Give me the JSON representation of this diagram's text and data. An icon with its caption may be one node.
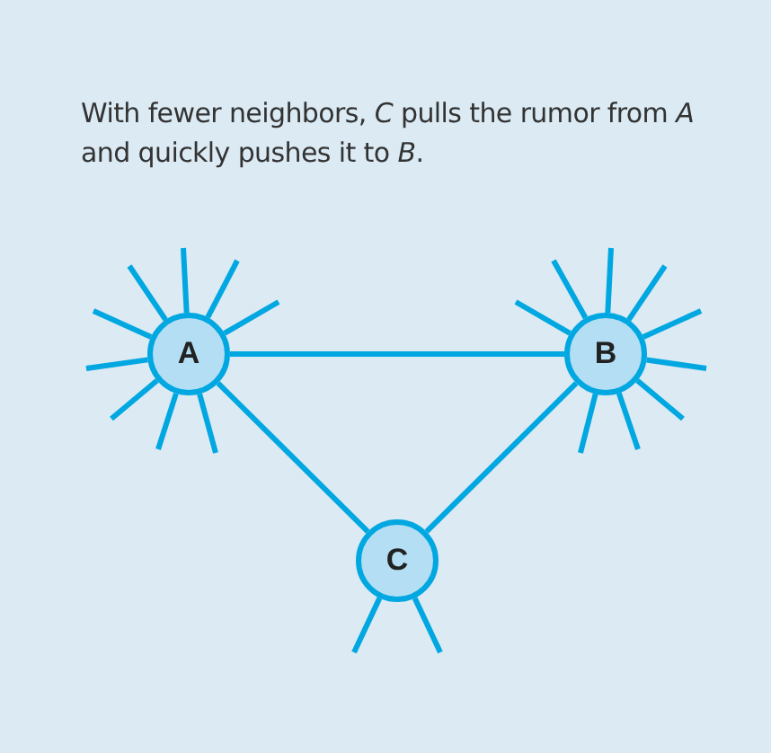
{
  "diagram": {
    "caption": "With fewer neighbors, *C* pulls the rumor from *A* and quickly pushes it to *B*.",
    "nodes": [
      {
        "text": [
          "A"
        ]
      },
      {
        "text": [
          "B"
        ]
      },
      {
        "text": [
          "C"
        ]
      }
    ],
    "edges": [
      {
        "from": 0,
        "to": 1,
        "arrow": "none"
      },
      {
        "from": 0,
        "to": 2,
        "arrow": "none"
      },
      {
        "from": 1,
        "to": 2,
        "arrow": "none"
      },
      {
        "from": 0,
        "to": null,
        "arrow": "none"
      },
      {
        "from": 0,
        "to": null,
        "arrow": "none"
      },
      {
        "from": 0,
        "to": null,
        "arrow": "none"
      },
      {
        "from": 0,
        "to": null,
        "arrow": "none"
      },
      {
        "from": 0,
        "to": null,
        "arrow": "none"
      },
      {
        "from": 0,
        "to": null,
        "arrow": "none"
      },
      {
        "from": 0,
        "to": null,
        "arrow": "none"
      },
      {
        "from": 0,
        "to": null,
        "arrow": "none"
      },
      {
        "from": 0,
        "to": null,
        "arrow": "none"
      },
      {
        "from": 1,
        "to": null,
        "arrow": "none"
      },
      {
        "from": 1,
        "to": null,
        "arrow": "none"
      },
      {
        "from": 1,
        "to": null,
        "arrow": "none"
      },
      {
        "from": 1,
        "to": null,
        "arrow": "none"
      },
      {
        "from": 1,
        "to": null,
        "arrow": "none"
      },
      {
        "from": 1,
        "to": null,
        "arrow": "none"
      },
      {
        "from": 1,
        "to": null,
        "arrow": "none"
      },
      {
        "from": 1,
        "to": null,
        "arrow": "none"
      },
      {
        "from": 1,
        "to": null,
        "arrow": "none"
      },
      {
        "from": 2,
        "to": null,
        "arrow": "none"
      },
      {
        "from": 2,
        "to": null,
        "arrow": "none"
      }
    ]
  }
}
